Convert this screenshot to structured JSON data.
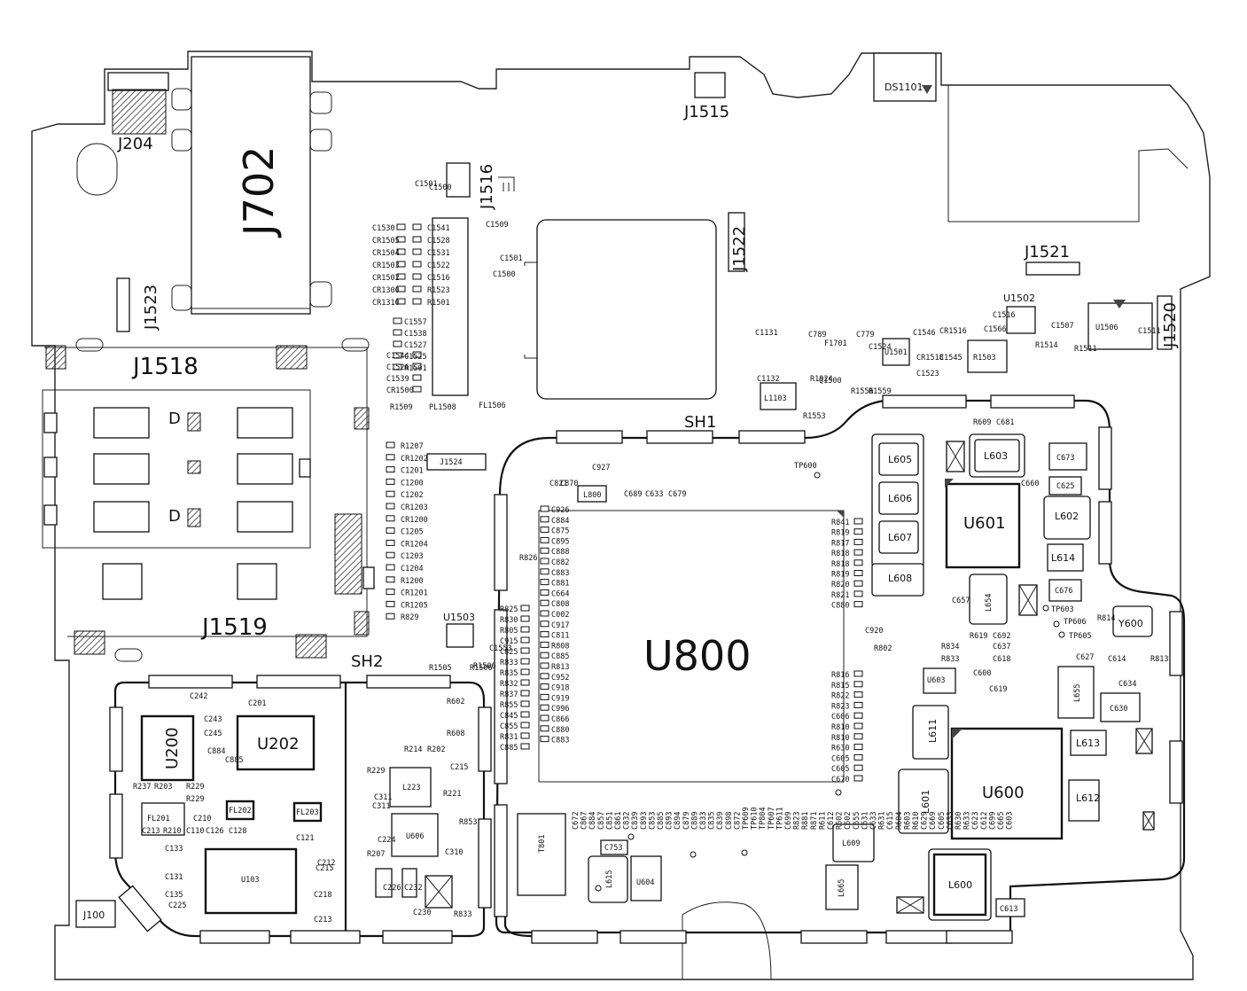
{
  "shields": {
    "sh1": "SH1",
    "sh2": "SH2"
  },
  "connectors": {
    "j204": "J204",
    "j702": "J702",
    "j1515": "J1515",
    "ds1101": "DS1101",
    "j1516": "J1516",
    "j1522": "J1522",
    "j1521": "J1521",
    "j1520": "J1520",
    "j1523": "J1523",
    "j1518": "J1518",
    "j1519": "J1519",
    "j1524": "J1524",
    "j100": "J100"
  },
  "ics": {
    "u800": "U800",
    "u601": "U601",
    "u600": "U600",
    "u200": "U200",
    "u202": "U202",
    "u103": "U103",
    "u1502": "U1502",
    "u1506": "U1506",
    "u1501": "U1501",
    "u1503": "U1503",
    "u603": "U603",
    "u604": "U604",
    "u606": "U606",
    "y600": "Y600",
    "l1103": "L1103",
    "r1503": "R1503"
  },
  "inductors": {
    "l605": "L605",
    "l606": "L606",
    "l607": "L607",
    "l608": "L608",
    "l603": "L603",
    "l602": "L602",
    "l614": "L614",
    "l654": "L654",
    "l611": "L611",
    "l613": "L613",
    "l612": "L612",
    "l601": "L601",
    "l609": "L609",
    "l600": "L600",
    "l615": "L615",
    "l655": "L655",
    "l800": "L800",
    "l223": "L223",
    "c630": "C630",
    "c676": "C676",
    "c673": "C673",
    "c625": "C625",
    "c613": "C613",
    "c753": "C753",
    "fl201": "FL201",
    "fl202": "FL202",
    "fl203": "FL203"
  },
  "small_labels": {
    "col_a": [
      "C1530",
      "CR1505",
      "CR1504",
      "CR1503",
      "CR1502",
      "CR1300",
      "CR1310"
    ],
    "col_b": [
      "C1541",
      "C1528",
      "C1531",
      "C1522",
      "C1516",
      "R1523",
      "R1501"
    ],
    "col_c": [
      "C1557",
      "C1538",
      "C1527",
      "C1525",
      "R1501"
    ],
    "col_d": [
      "C1544",
      "C1526",
      "C1539",
      "CR1500"
    ],
    "sim_col": [
      "R1207",
      "CR1202",
      "C1201",
      "C1200",
      "C1202",
      "CR1203",
      "CR1200",
      "C1205",
      "CR1204",
      "C1203",
      "C1204",
      "R1200",
      "CR1201",
      "CR1205",
      "R829"
    ],
    "u800_left": [
      "C926",
      "C884",
      "C875",
      "C895",
      "C888",
      "C882",
      "C883",
      "C881",
      "C664",
      "C808",
      "C002",
      "C917",
      "C811",
      "R808",
      "C885",
      "R813",
      "C952",
      "C918",
      "C919",
      "C996",
      "C866",
      "C880",
      "C883"
    ],
    "u800_left2": [
      "R825",
      "R830",
      "R805",
      "C915",
      "C825",
      "R833",
      "R835",
      "R832",
      "R837",
      "R855",
      "C845",
      "C855",
      "R831",
      "C885"
    ],
    "u800_right": [
      "R841",
      "R819",
      "R817",
      "R818",
      "R818",
      "R819",
      "R820",
      "R821",
      "C880"
    ],
    "u800_right2": [
      "R816",
      "R815",
      "R822",
      "R823",
      "C606",
      "R810",
      "R810",
      "R630",
      "C605",
      "C605",
      "C670"
    ],
    "misc": [
      "C821",
      "C870",
      "C927",
      "C689",
      "C633",
      "C679",
      "R826",
      "TP600",
      "C920",
      "R802",
      "R834",
      "R833",
      "C637",
      "C618",
      "C600",
      "C619",
      "C627",
      "C614",
      "C634",
      "TP606",
      "TP605",
      "TP603",
      "R814",
      "R813",
      "R609",
      "C681",
      "C660",
      "C657",
      "R619",
      "C692",
      "C1131",
      "C1132",
      "R1924",
      "R1553",
      "C789",
      "F1701",
      "C779",
      "C1524",
      "Q1500",
      "R1556",
      "R1559",
      "C1546",
      "CR1516",
      "CR1518",
      "C1545",
      "C1523",
      "C1566",
      "C1516",
      "R1514",
      "C1507",
      "R1511",
      "C1511",
      "R1509",
      "PL1508",
      "FL1506",
      "R1505",
      "R1506",
      "C1553",
      "C1500",
      "C1509",
      "C1501",
      "C1500",
      "C1501",
      "R1506"
    ],
    "bottom": [
      "C672",
      "C867",
      "C884",
      "C857",
      "C851",
      "C861",
      "C832",
      "C839",
      "C893",
      "C853",
      "C885",
      "C893",
      "C894",
      "C879",
      "C889",
      "C833",
      "C835",
      "C839",
      "C898",
      "C872",
      "TP609",
      "TP610",
      "TP804",
      "TP607",
      "TP611",
      "C699",
      "R823",
      "R881",
      "R871",
      "R611",
      "C612",
      "R602",
      "C602",
      "C655",
      "C631",
      "C633",
      "R631",
      "C615",
      "R604",
      "R603",
      "R610",
      "C629",
      "C669",
      "C605",
      "C633",
      "R630",
      "R633",
      "C623",
      "C612",
      "C699",
      "C665",
      "C603"
    ],
    "sh2": [
      "C242",
      "C201",
      "C243",
      "C245",
      "C884",
      "C885",
      "R237",
      "R203",
      "R229",
      "R229",
      "C210",
      "C213",
      "R210",
      "C110",
      "C126",
      "C128",
      "C133",
      "C131",
      "C135",
      "C225",
      "C121",
      "C212",
      "C215",
      "C218",
      "C213",
      "R602",
      "R608",
      "R214",
      "R202",
      "R229",
      "C215",
      "R221",
      "C311",
      "R207",
      "C224",
      "C226",
      "C232",
      "C230",
      "R833",
      "R853",
      "C310",
      "C311"
    ]
  }
}
